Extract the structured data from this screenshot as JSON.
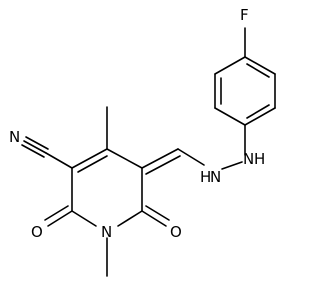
{
  "diagram": {
    "type": "chemical-structure",
    "atoms": {
      "nitrile_n": "N",
      "carbonyl_o_left": "O",
      "carbonyl_o_right": "O",
      "ring_n": "N",
      "hydrazone_n1": "N",
      "hydrazone_n2": "N",
      "fluorine": "F",
      "hydrazone_h1": "H",
      "hydrazone_h2": "H"
    },
    "colors": {
      "bond": "#000000",
      "label": "#000000",
      "background": "#ffffff"
    }
  }
}
